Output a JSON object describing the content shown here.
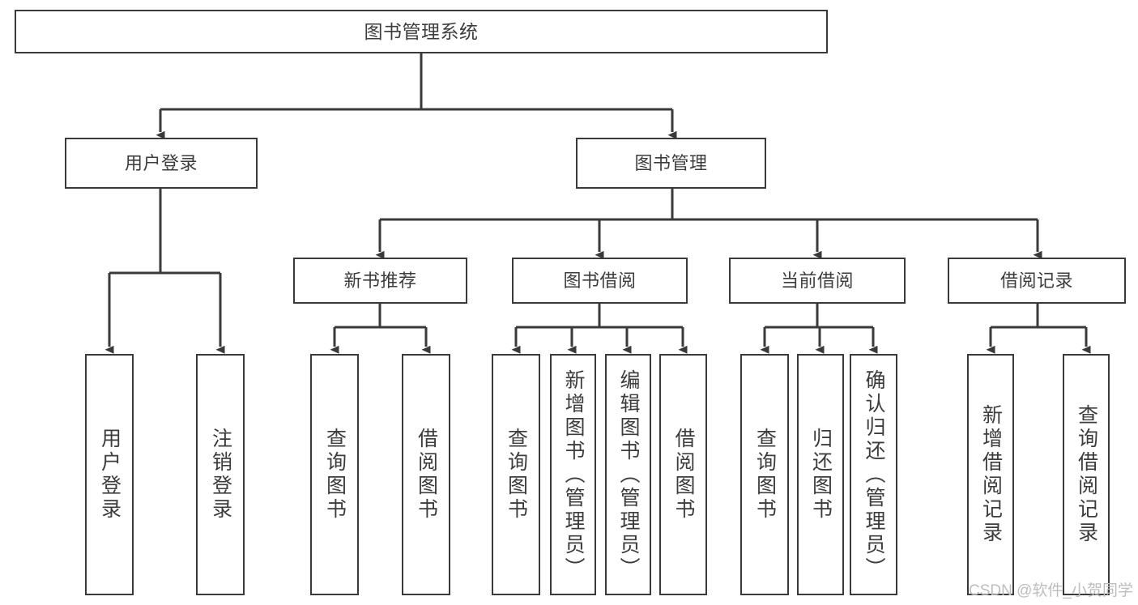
{
  "diagram": {
    "type": "tree",
    "title": "图书管理系统",
    "orientation": "top-down",
    "colors": {
      "box_border": "#3a3a3a",
      "box_fill": "#ffffff",
      "text": "#3c3c3c",
      "connector": "#3a3a3a",
      "watermark": "#bdbdbd",
      "background": "#ffffff"
    },
    "root": {
      "label": "图书管理系统",
      "text_orientation": "horizontal"
    },
    "level2": [
      {
        "label": "用户登录",
        "text_orientation": "horizontal"
      },
      {
        "label": "图书管理",
        "text_orientation": "horizontal"
      }
    ],
    "level3": [
      {
        "label": "新书推荐",
        "text_orientation": "horizontal",
        "parent": "图书管理"
      },
      {
        "label": "图书借阅",
        "text_orientation": "horizontal",
        "parent": "图书管理"
      },
      {
        "label": "当前借阅",
        "text_orientation": "horizontal",
        "parent": "图书管理"
      },
      {
        "label": "借阅记录",
        "text_orientation": "horizontal",
        "parent": "图书管理"
      }
    ],
    "leaves": {
      "user_login": [
        {
          "label": "用户登录",
          "text_orientation": "vertical"
        },
        {
          "label": "注销登录",
          "text_orientation": "vertical"
        }
      ],
      "new_book_recommend": [
        {
          "label": "查询图书",
          "text_orientation": "vertical"
        },
        {
          "label": "借阅图书",
          "text_orientation": "vertical"
        }
      ],
      "book_borrow": [
        {
          "label": "查询图书",
          "text_orientation": "vertical"
        },
        {
          "label": "新增图书（管理员）",
          "text_orientation": "vertical"
        },
        {
          "label": "编辑图书（管理员）",
          "text_orientation": "vertical"
        },
        {
          "label": "借阅图书",
          "text_orientation": "vertical"
        }
      ],
      "current_borrow": [
        {
          "label": "查询图书",
          "text_orientation": "vertical"
        },
        {
          "label": "归还图书",
          "text_orientation": "vertical"
        },
        {
          "label": "确认归还（管理员）",
          "text_orientation": "vertical"
        }
      ],
      "borrow_record": [
        {
          "label": "新增借阅记录",
          "text_orientation": "vertical"
        },
        {
          "label": "查询借阅记录",
          "text_orientation": "vertical"
        }
      ]
    }
  },
  "watermark": {
    "text": "CSDN @软件_小贺同学"
  }
}
